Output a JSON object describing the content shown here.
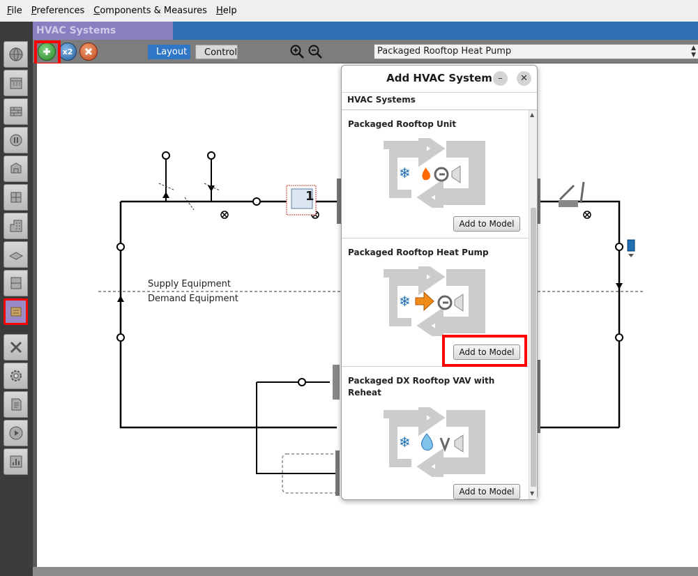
{
  "menubar": {
    "items": [
      {
        "label": "File"
      },
      {
        "label": "Preferences"
      },
      {
        "label": "Components & Measures"
      },
      {
        "label": "Help"
      }
    ]
  },
  "leftbar": {
    "icons": [
      "globe-icon",
      "calendar-icon",
      "construction-icon",
      "loads-icon",
      "space-types-icon",
      "geometry-icon",
      "facility-icon",
      "spaces-icon",
      "thermal-zones-icon",
      "hvac-systems-icon",
      "measures-icon",
      "simulation-settings-icon",
      "scripts-icon",
      "run-icon",
      "results-icon"
    ],
    "active_icon": "hvac-systems-icon"
  },
  "header": {
    "title": "HVAC Systems"
  },
  "toolbar": {
    "add_icon": "add-icon",
    "copy_icon": "copy-icon",
    "copy_label": "x2",
    "delete_icon": "delete-icon",
    "layout_label": "Layout",
    "control_label": "Control",
    "zoom_in_icon": "zoom-in-icon",
    "zoom_out_icon": "zoom-out-icon",
    "selected_system": "Packaged Rooftop Heat Pump"
  },
  "canvas": {
    "supply_label": "Supply Equipment",
    "demand_label": "Demand Equipment",
    "zone_number": "1"
  },
  "dialog": {
    "title": "Add HVAC System",
    "minimize_label": "–",
    "close_label": "✕",
    "section_label": "HVAC Systems",
    "add_label": "Add to Model",
    "systems": [
      {
        "name": "Packaged Rooftop Unit",
        "heat_icon": "fire-icon"
      },
      {
        "name": "Packaged Rooftop Heat Pump",
        "heat_icon": "heat-pump-icon"
      },
      {
        "name": "Packaged DX Rooftop VAV with Reheat",
        "heat_icon": "water-drop-icon"
      }
    ]
  },
  "colors": {
    "accent": "#2f76c6",
    "highlight": "#ff0000",
    "tab": "#8b7fc2"
  }
}
